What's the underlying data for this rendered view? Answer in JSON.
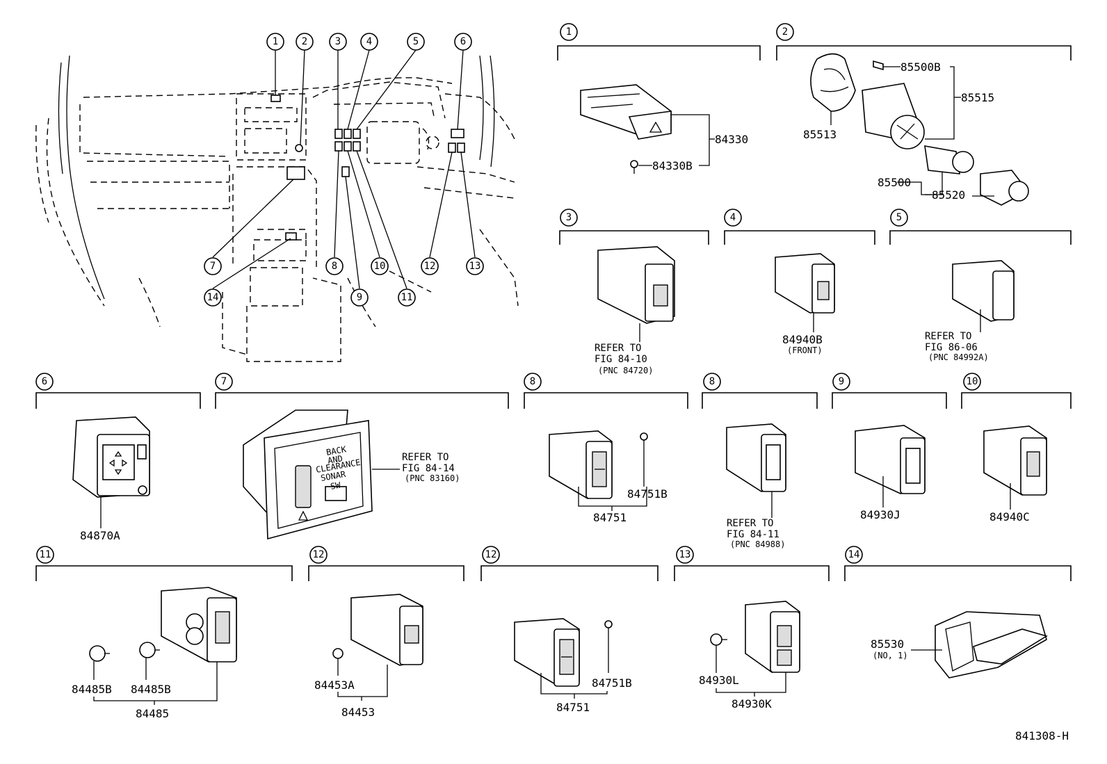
{
  "figure_code": "841308-H",
  "callouts": [
    "1",
    "2",
    "3",
    "4",
    "5",
    "6",
    "7",
    "8",
    "9",
    "10",
    "11",
    "12",
    "13",
    "14"
  ],
  "panels": {
    "p1": {
      "num": "1",
      "parts": [
        "84330",
        "84330B"
      ]
    },
    "p2": {
      "num": "2",
      "parts": [
        "85500B",
        "85515",
        "85513",
        "85500",
        "85520"
      ]
    },
    "p3": {
      "num": "3",
      "refer": [
        "REFER TO",
        "FIG 84-10",
        "(PNC 84720)"
      ]
    },
    "p4": {
      "num": "4",
      "parts": [
        "84940B"
      ],
      "note": "(FRONT)"
    },
    "p5": {
      "num": "5",
      "refer": [
        "REFER TO",
        "FIG 86-06",
        "(PNC 84992A)"
      ]
    },
    "p6": {
      "num": "6",
      "parts": [
        "84870A"
      ]
    },
    "p7": {
      "num": "7",
      "refer": [
        "REFER TO",
        "FIG 84-14",
        "(PNC 83160)"
      ],
      "switch_text": [
        "BACK",
        "AND",
        "CLEARANCE",
        "SONAR",
        "SW"
      ]
    },
    "p8a": {
      "num": "8",
      "parts": [
        "84751",
        "84751B"
      ]
    },
    "p8b": {
      "num": "8",
      "refer": [
        "REFER TO",
        "FIG 84-11",
        "(PNC 84988)"
      ]
    },
    "p9": {
      "num": "9",
      "parts": [
        "84930J"
      ]
    },
    "p10": {
      "num": "10",
      "parts": [
        "84940C"
      ]
    },
    "p11": {
      "num": "11",
      "parts": [
        "84485B",
        "84485B",
        "84485"
      ]
    },
    "p12a": {
      "num": "12",
      "parts": [
        "84453A",
        "84453"
      ]
    },
    "p12b": {
      "num": "12",
      "parts": [
        "84751B",
        "84751"
      ]
    },
    "p13": {
      "num": "13",
      "parts": [
        "84930L",
        "84930K"
      ]
    },
    "p14": {
      "num": "14",
      "parts": [
        "85530"
      ],
      "note": "(NO, 1)"
    }
  }
}
